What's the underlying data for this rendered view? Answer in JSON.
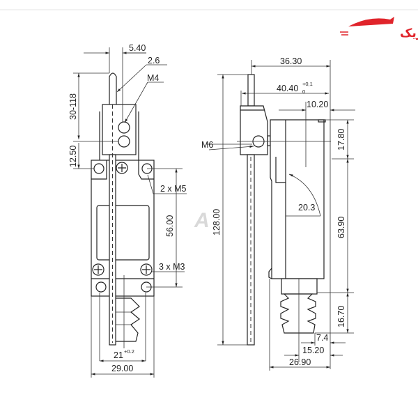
{
  "logo": {
    "text": "آرتا الکتریک",
    "color": "#e0242b"
  },
  "watermark": {
    "text": "A"
  },
  "front_view": {
    "dim_lever_offset": "5.40",
    "dim_rod_diameter": "2.6",
    "thread_m4": "M4",
    "dim_lever_length": "30-118",
    "dim_head_height": "12.50",
    "mount_holes_top": "2 x M5",
    "dim_hole_spacing_v": "56.00",
    "screws_bottom": "3 x M3",
    "dim_hole_spacing_h": "21",
    "dim_hole_spacing_h_tol": "+0.2",
    "dim_width": "29.00"
  },
  "side_view": {
    "thread_m6": "M6",
    "dim_total_height": "128.00",
    "dim_top_a": "36.30",
    "dim_top_b": "40.40",
    "dim_top_b_tol_upper": "+0,1",
    "dim_top_b_tol_lower": "0",
    "dim_offset": "10.20",
    "dim_head": "17.80",
    "dim_body": "63.90",
    "dim_base": "16.70",
    "dim_radius": "20.3",
    "dim_small": "7.4",
    "dim_bellows": "15.20",
    "dim_depth": "26.90"
  }
}
